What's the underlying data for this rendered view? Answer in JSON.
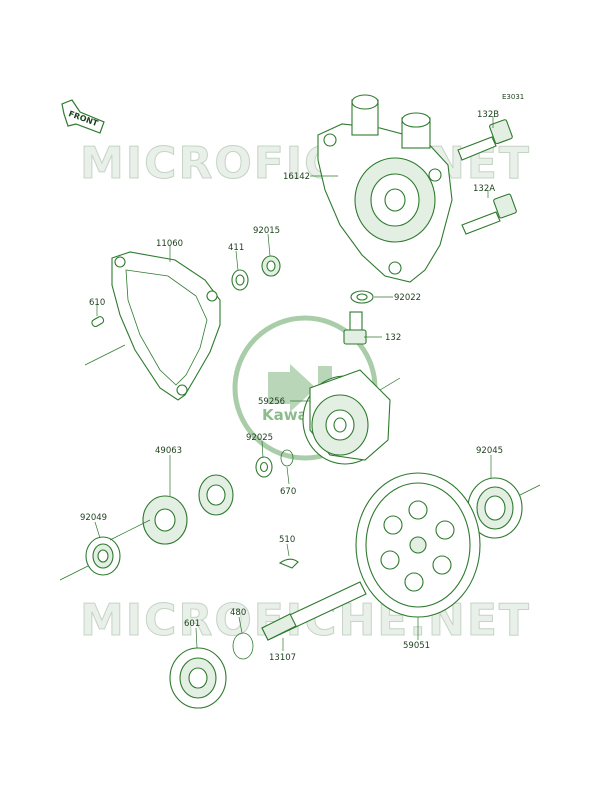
{
  "diagram": {
    "code": "E3031",
    "front_label": "FRONT",
    "watermark_text": "MICROFICHE.NET",
    "logo_text": "Kawasaki",
    "colors": {
      "line": "#2e7a2e",
      "text": "#1c3f1c",
      "watermark": "#c5d4c5",
      "logo": "#8cbc8c"
    }
  },
  "parts": [
    {
      "id": "132B",
      "label": "132B"
    },
    {
      "id": "16142",
      "label": "16142"
    },
    {
      "id": "132A",
      "label": "132A"
    },
    {
      "id": "11060",
      "label": "11060"
    },
    {
      "id": "411",
      "label": "411"
    },
    {
      "id": "92015",
      "label": "92015"
    },
    {
      "id": "92022",
      "label": "92022"
    },
    {
      "id": "610",
      "label": "610"
    },
    {
      "id": "132",
      "label": "132"
    },
    {
      "id": "59256",
      "label": "59256"
    },
    {
      "id": "92025",
      "label": "92025"
    },
    {
      "id": "49063",
      "label": "49063"
    },
    {
      "id": "670",
      "label": "670"
    },
    {
      "id": "92045",
      "label": "92045"
    },
    {
      "id": "92049",
      "label": "92049"
    },
    {
      "id": "510",
      "label": "510"
    },
    {
      "id": "480",
      "label": "480"
    },
    {
      "id": "601",
      "label": "601"
    },
    {
      "id": "13107",
      "label": "13107"
    },
    {
      "id": "59051",
      "label": "59051"
    }
  ]
}
